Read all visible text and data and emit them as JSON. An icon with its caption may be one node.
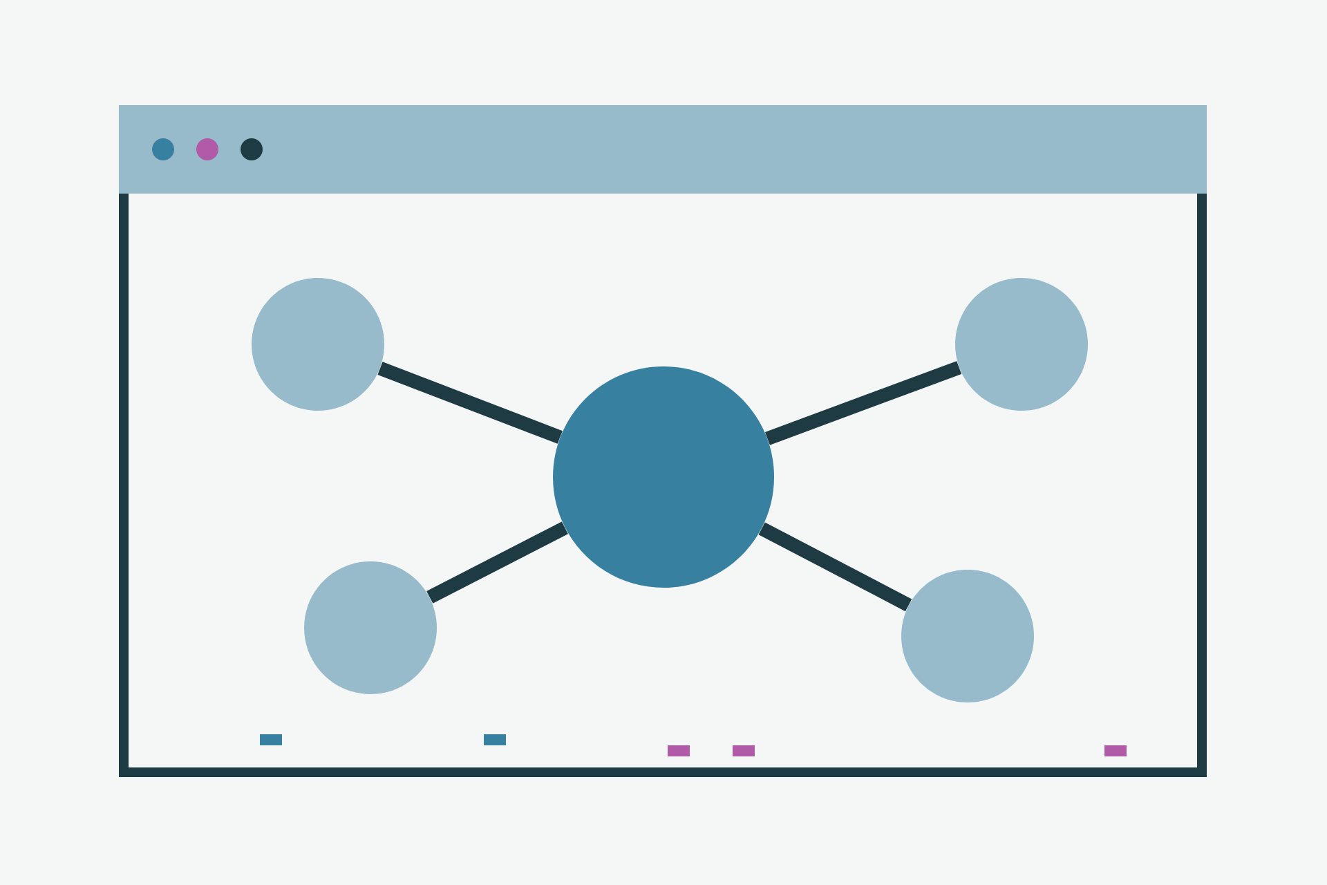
{
  "diagram": {
    "nodes": [
      {
        "text": [],
        "shape": "circle"
      },
      {
        "text": [],
        "shape": "circle"
      },
      {
        "text": [],
        "shape": "circle"
      },
      {
        "text": [],
        "shape": "circle"
      },
      {
        "text": [],
        "shape": "circle"
      }
    ],
    "edges": [
      {
        "from": 2,
        "to": 0,
        "arrow": "none"
      },
      {
        "from": 2,
        "to": 1,
        "arrow": "none"
      },
      {
        "from": 2,
        "to": 3,
        "arrow": "none"
      },
      {
        "from": 2,
        "to": 4,
        "arrow": "none"
      }
    ]
  }
}
